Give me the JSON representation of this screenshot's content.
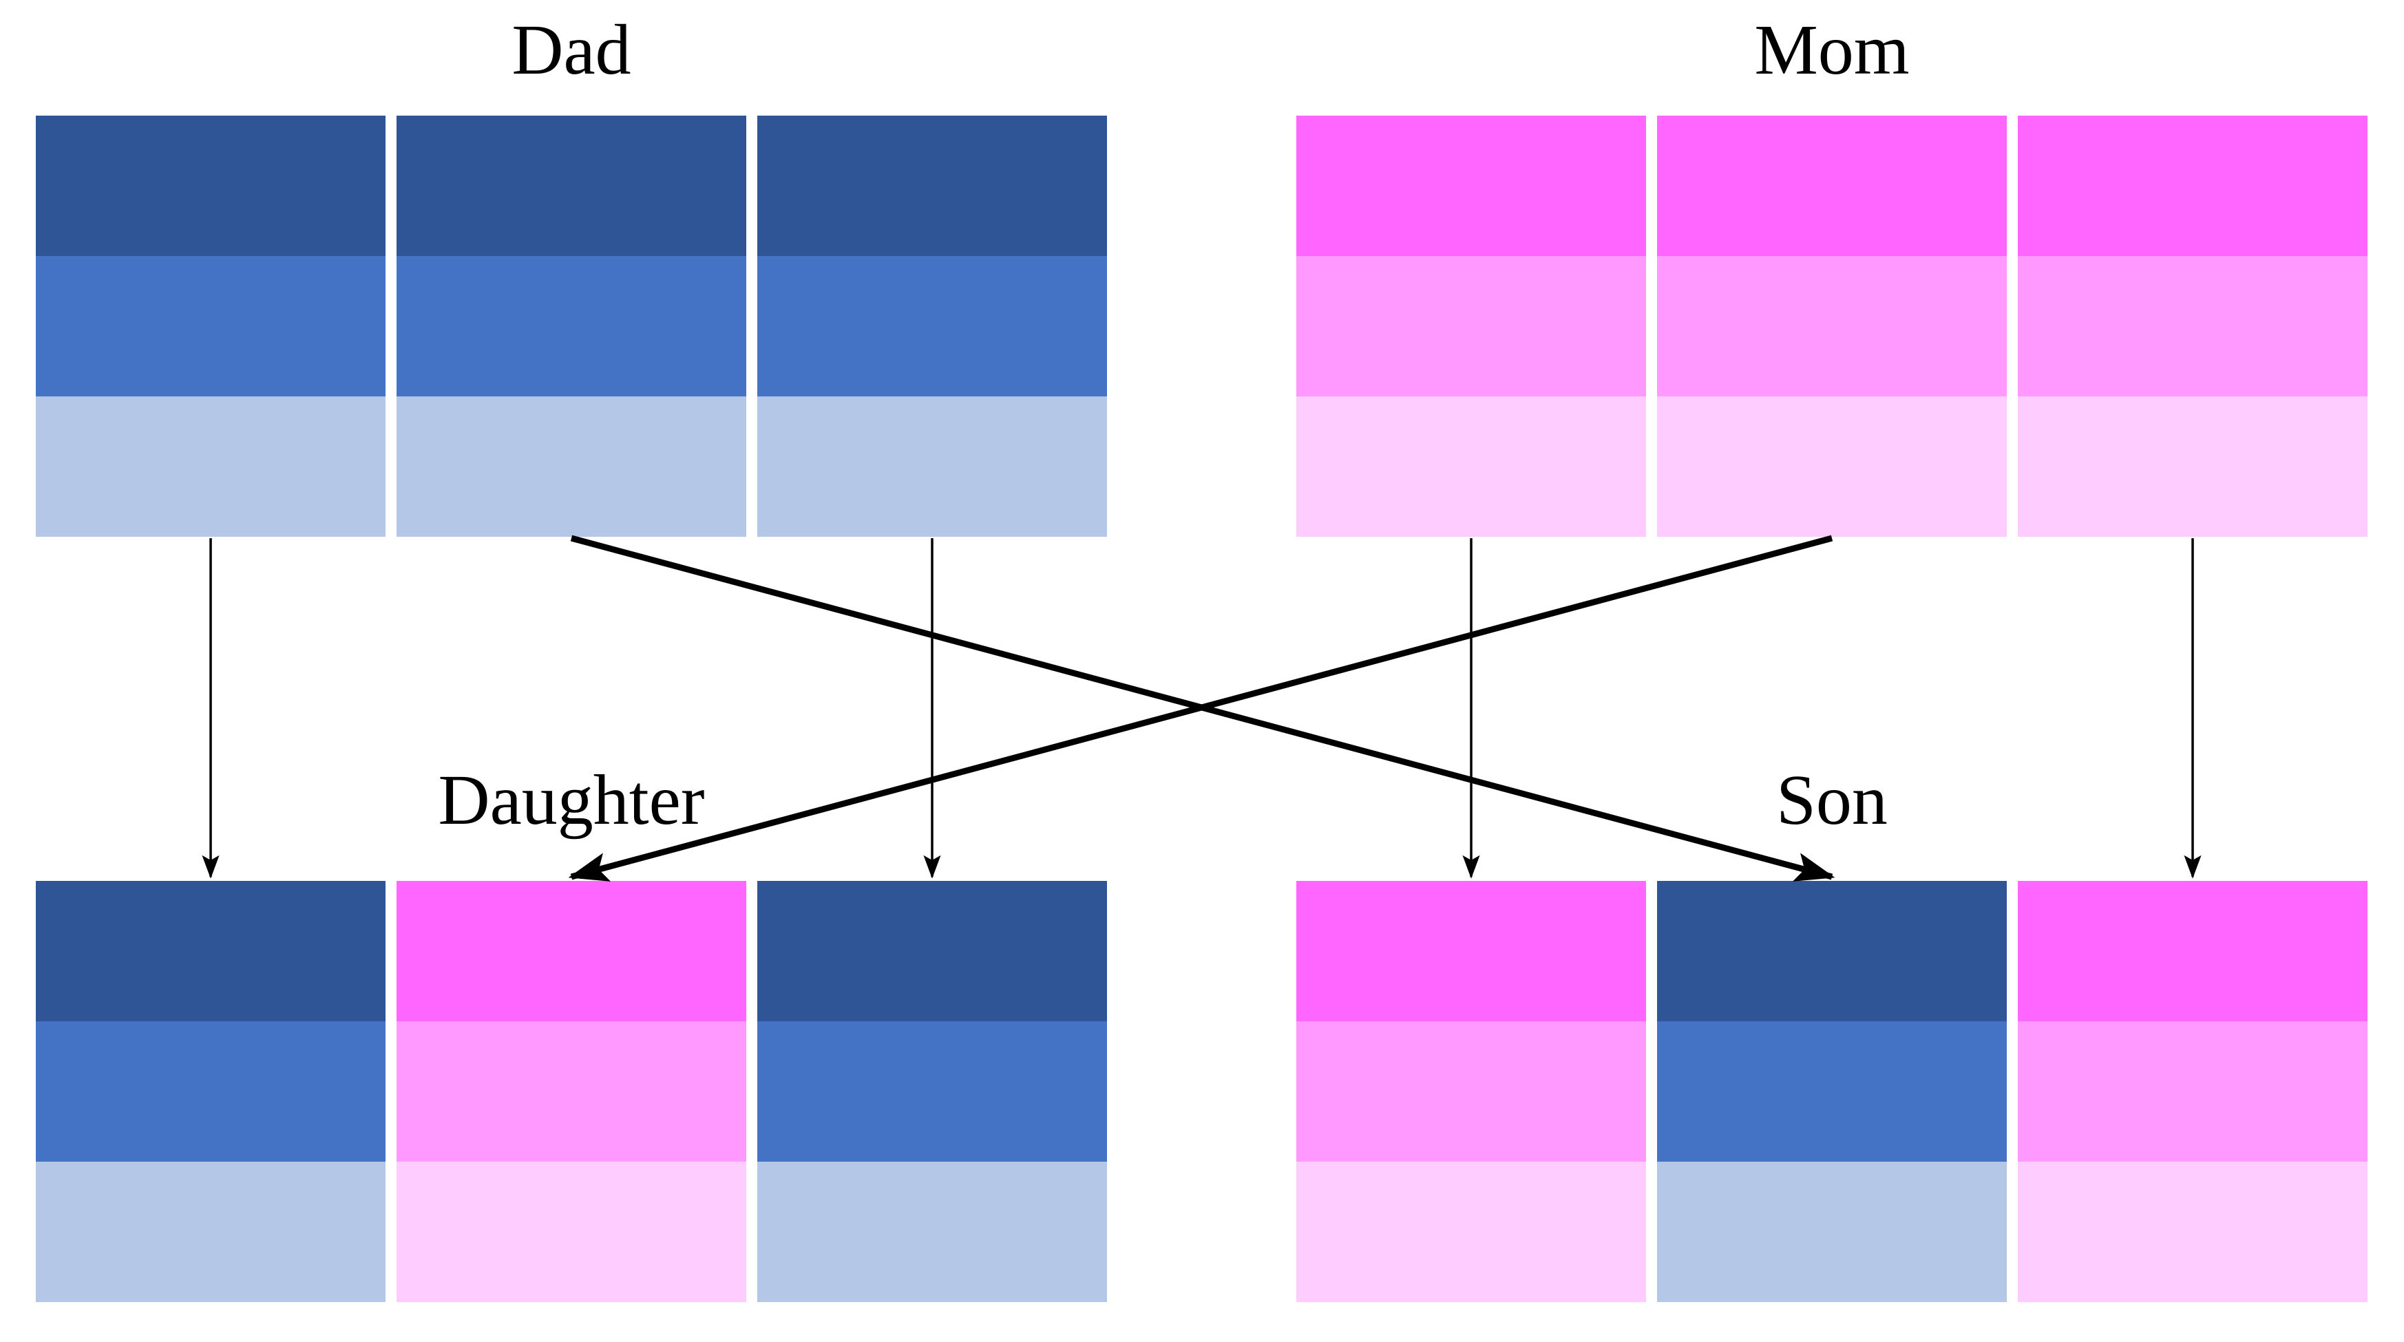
{
  "diagram": {
    "type": "chromosome-inheritance",
    "background": "#FFFFFF",
    "arrow_color": "#000000",
    "palettes": {
      "blue": {
        "dark": "#2F5597",
        "medium": "#4472C4",
        "light": "#B4C7E7"
      },
      "pink": {
        "dark": "#FF66FF",
        "medium": "#FF99FF",
        "light": "#FFCCFF"
      }
    },
    "band_order": [
      "dark",
      "medium",
      "light"
    ],
    "figures": [
      {
        "name": "dad",
        "label": "Dad",
        "position": "top-left",
        "chromosomes": [
          "blue",
          "blue",
          "blue"
        ]
      },
      {
        "name": "mom",
        "label": "Mom",
        "position": "top-right",
        "chromosomes": [
          "pink",
          "pink",
          "pink"
        ]
      },
      {
        "name": "daughter",
        "label": "Daughter",
        "position": "bottom-left",
        "chromosomes": [
          "blue",
          "pink",
          "blue"
        ]
      },
      {
        "name": "son",
        "label": "Son",
        "position": "bottom-right",
        "chromosomes": [
          "pink",
          "blue",
          "pink"
        ]
      }
    ],
    "arrows": [
      {
        "from": "dad.1",
        "to": "daughter.1",
        "path": "straight"
      },
      {
        "from": "dad.3",
        "to": "daughter.3",
        "path": "straight"
      },
      {
        "from": "dad.2",
        "to": "son.2",
        "path": "cross"
      },
      {
        "from": "mom.1",
        "to": "son.1",
        "path": "straight"
      },
      {
        "from": "mom.3",
        "to": "son.3",
        "path": "straight"
      },
      {
        "from": "mom.2",
        "to": "daughter.2",
        "path": "cross"
      }
    ]
  }
}
